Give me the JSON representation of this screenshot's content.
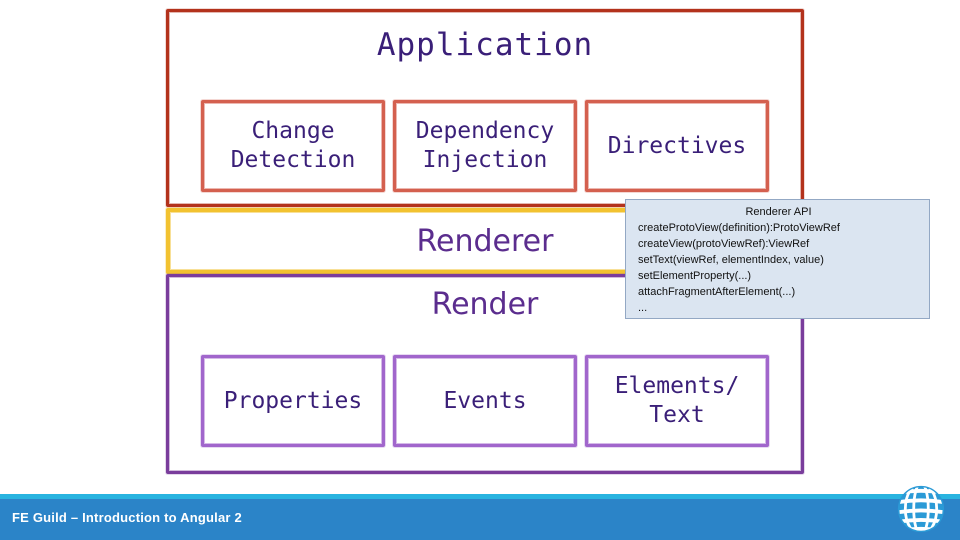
{
  "slide": {
    "background_color": "#ffffff"
  },
  "diagram": {
    "type": "layered-architecture",
    "layers": [
      {
        "id": "application",
        "title": "Application",
        "border_color": "#b3321c",
        "title_color": "#3a1f78",
        "boxes": [
          {
            "label": "Change\nDetection",
            "border_color": "#d4604f"
          },
          {
            "label": "Dependency\nInjection",
            "border_color": "#d4604f"
          },
          {
            "label": "Directives",
            "border_color": "#d4604f"
          }
        ]
      },
      {
        "id": "renderer",
        "title": "Renderer",
        "border_color": "#f2c230",
        "title_color": "#5b2d8e",
        "boxes": []
      },
      {
        "id": "render",
        "title": "Render",
        "border_color": "#7a3d9c",
        "title_color": "#5b2d8e",
        "boxes": [
          {
            "label": "Properties",
            "border_color": "#a166cc"
          },
          {
            "label": "Events",
            "border_color": "#a166cc"
          },
          {
            "label": "Elements/\nText",
            "border_color": "#a166cc"
          }
        ]
      }
    ]
  },
  "renderer_api": {
    "title": "Renderer API",
    "background_color": "#dbe5f1",
    "border_color": "#93a8c4",
    "lines": [
      "createProtoView(definition):ProtoViewRef",
      "createView(protoViewRef):ViewRef",
      "setText(viewRef, elementIndex, value)",
      "setElementProperty(...)",
      "attachFragmentAfterElement(...)",
      "..."
    ]
  },
  "footer": {
    "text": "FE Guild – Introduction to Angular 2",
    "bar_color": "#2b84c8",
    "strip_color": "#29b4e0",
    "text_color": "#ffffff",
    "logo": "att-globe-logo"
  }
}
